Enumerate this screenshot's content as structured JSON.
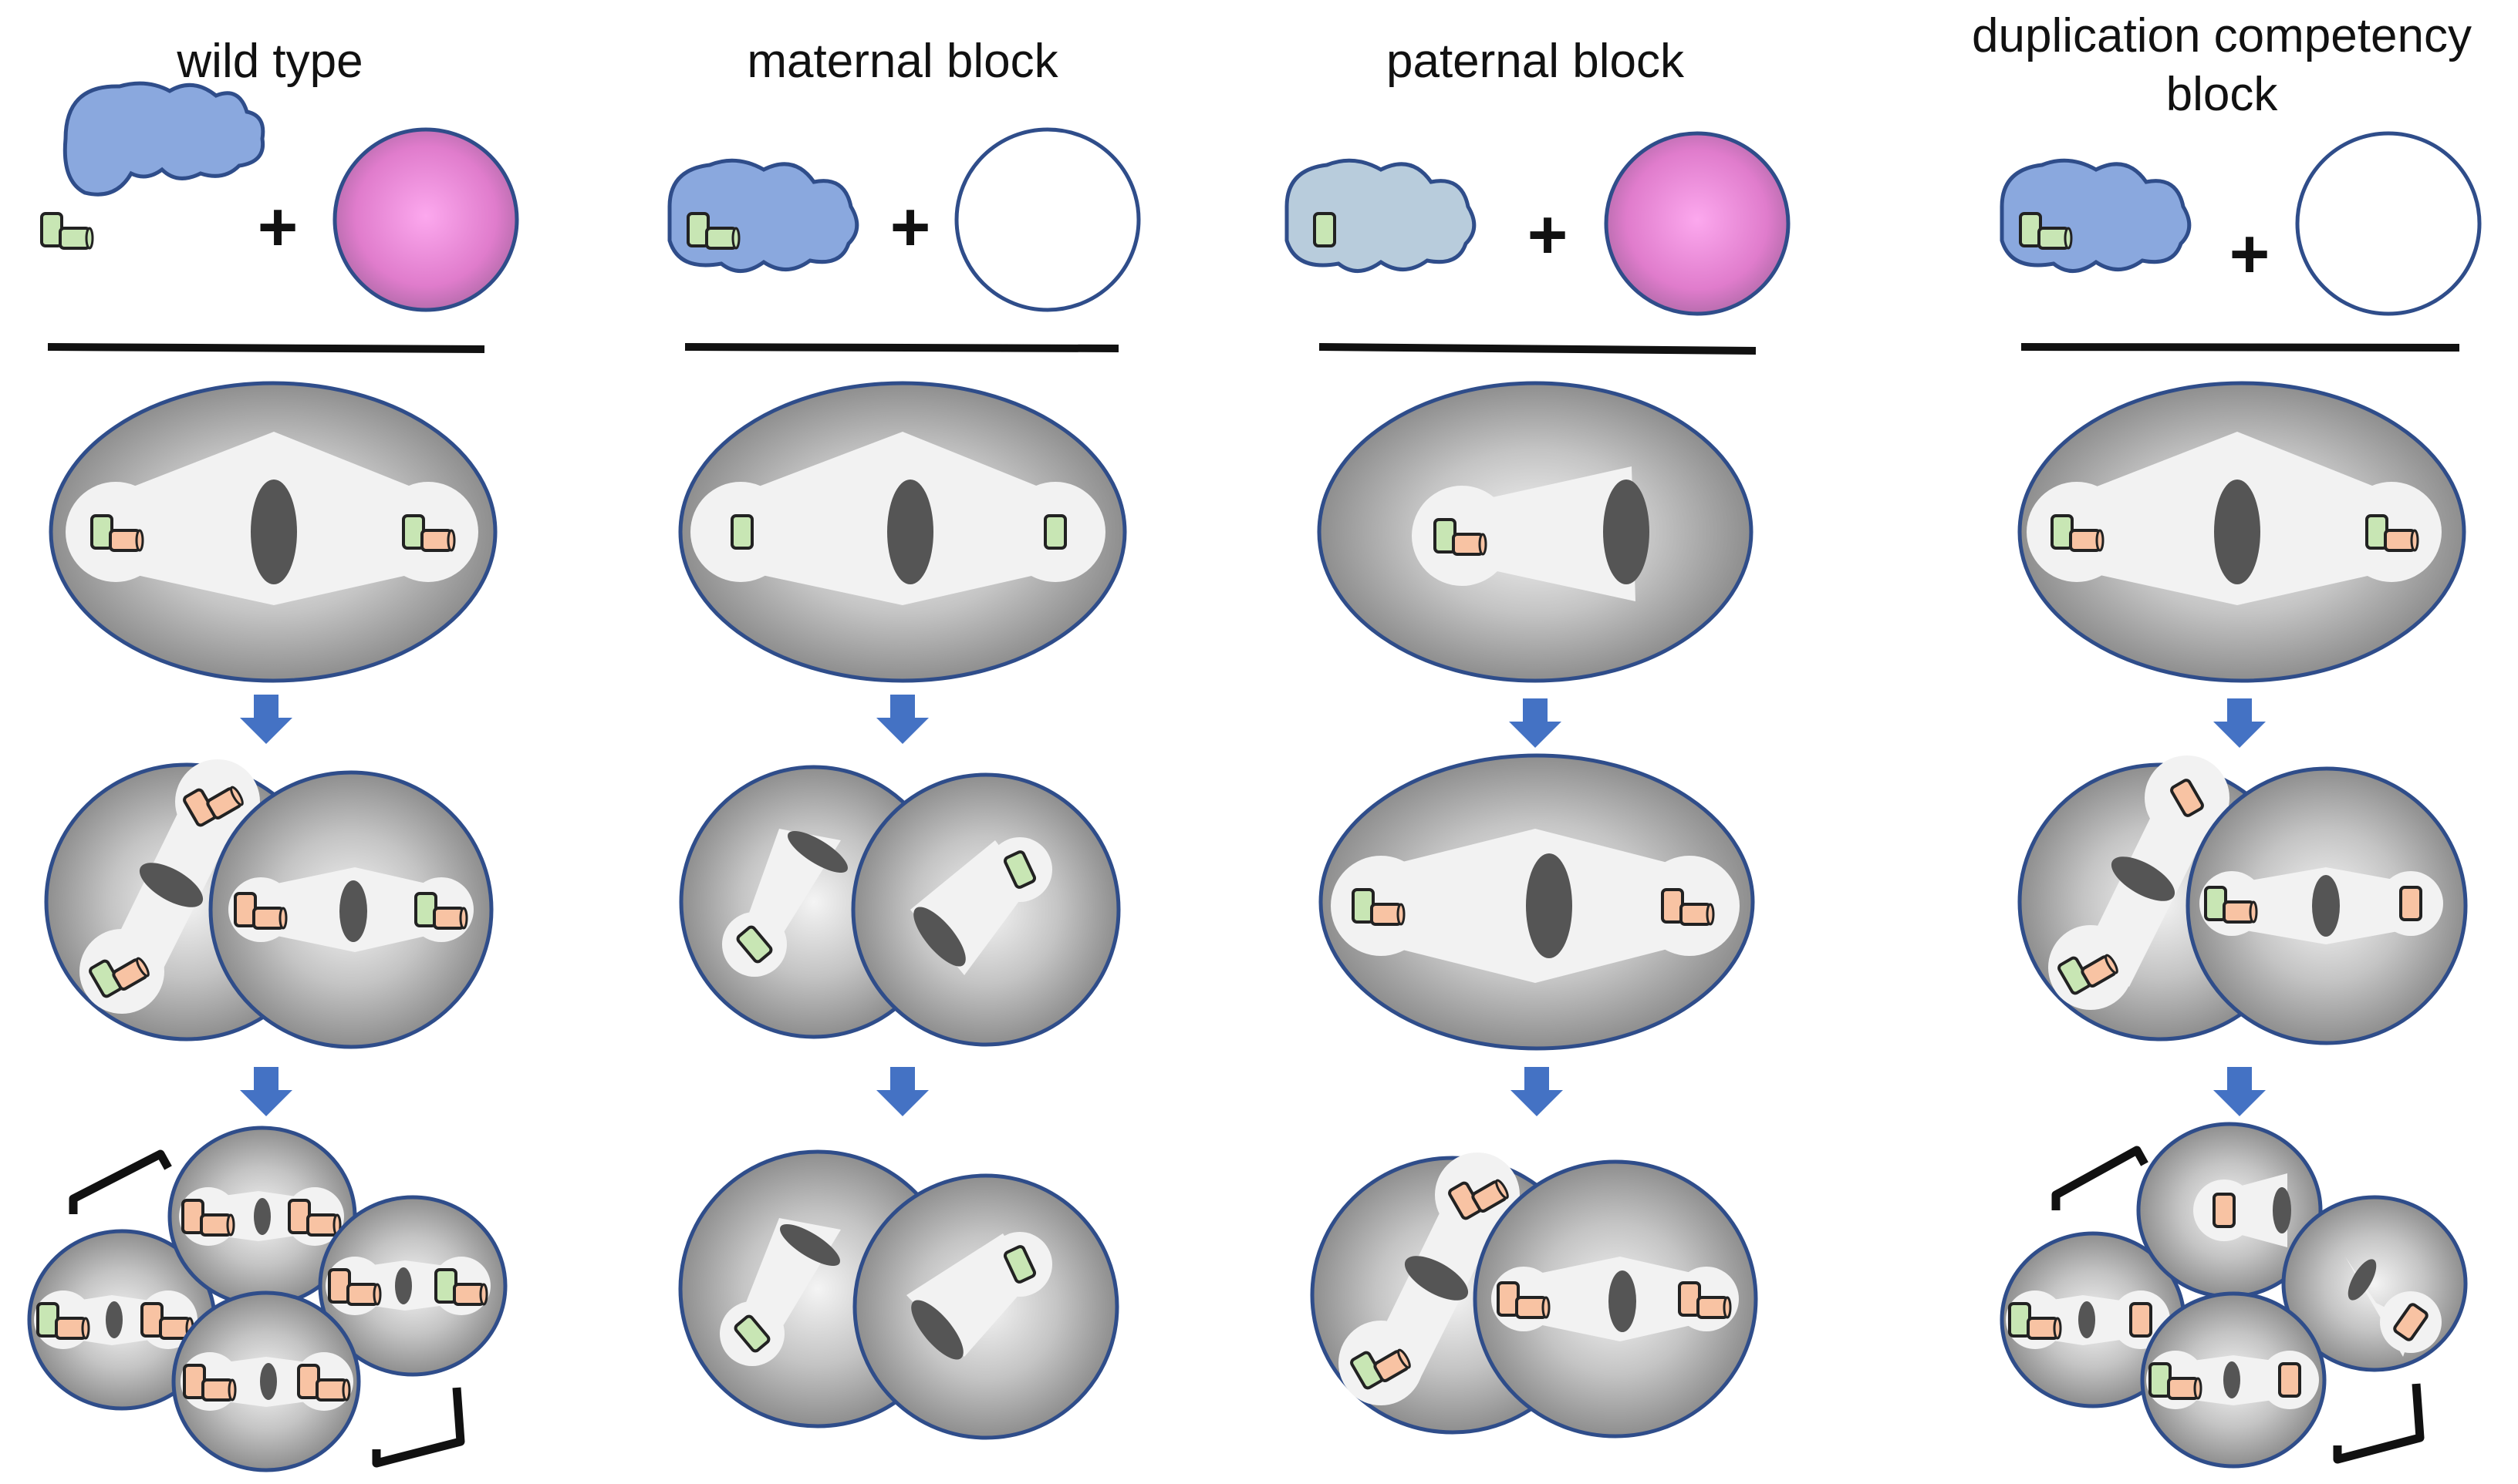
{
  "titles": {
    "wild_type": "wild type",
    "maternal_block": "maternal block",
    "paternal_block": "paternal block",
    "duplication_competency_block_line1": "duplication competency",
    "duplication_competency_block_line2": "block"
  },
  "symbols": {
    "plus": "+"
  },
  "colors": {
    "sperm_blue": "#8aa8de",
    "sperm_pale": "#b8ccdc",
    "egg_pink": "#f08ad8",
    "centriole_green": "#c8e6b4",
    "centriole_peach": "#f8c3a3",
    "cell_outline": "#2f4d8a",
    "arrow_blue": "#4472c4",
    "chromatin": "#555555"
  },
  "icons": [
    "sperm-cell-icon",
    "egg-cell-icon",
    "centriole-icon",
    "spindle-icon",
    "down-arrow-icon",
    "bracket-icon"
  ]
}
